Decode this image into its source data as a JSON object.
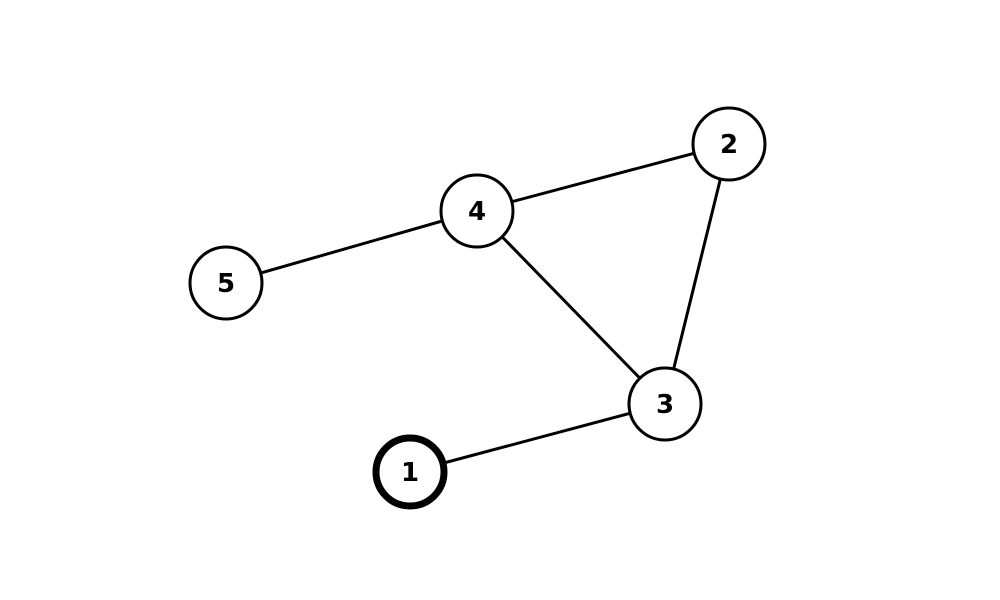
{
  "graph": {
    "nodes": [
      {
        "id": "1",
        "label": "1",
        "highlighted": true
      },
      {
        "id": "2",
        "label": "2",
        "highlighted": false
      },
      {
        "id": "3",
        "label": "3",
        "highlighted": false
      },
      {
        "id": "4",
        "label": "4",
        "highlighted": false
      },
      {
        "id": "5",
        "label": "5",
        "highlighted": false
      }
    ],
    "edges": [
      {
        "from": "4",
        "to": "2"
      },
      {
        "from": "2",
        "to": "3"
      },
      {
        "from": "4",
        "to": "3"
      },
      {
        "from": "5",
        "to": "4"
      },
      {
        "from": "1",
        "to": "3"
      }
    ],
    "colors": {
      "stroke": "#000000",
      "fill": "#ffffff",
      "text": "#000000"
    }
  }
}
